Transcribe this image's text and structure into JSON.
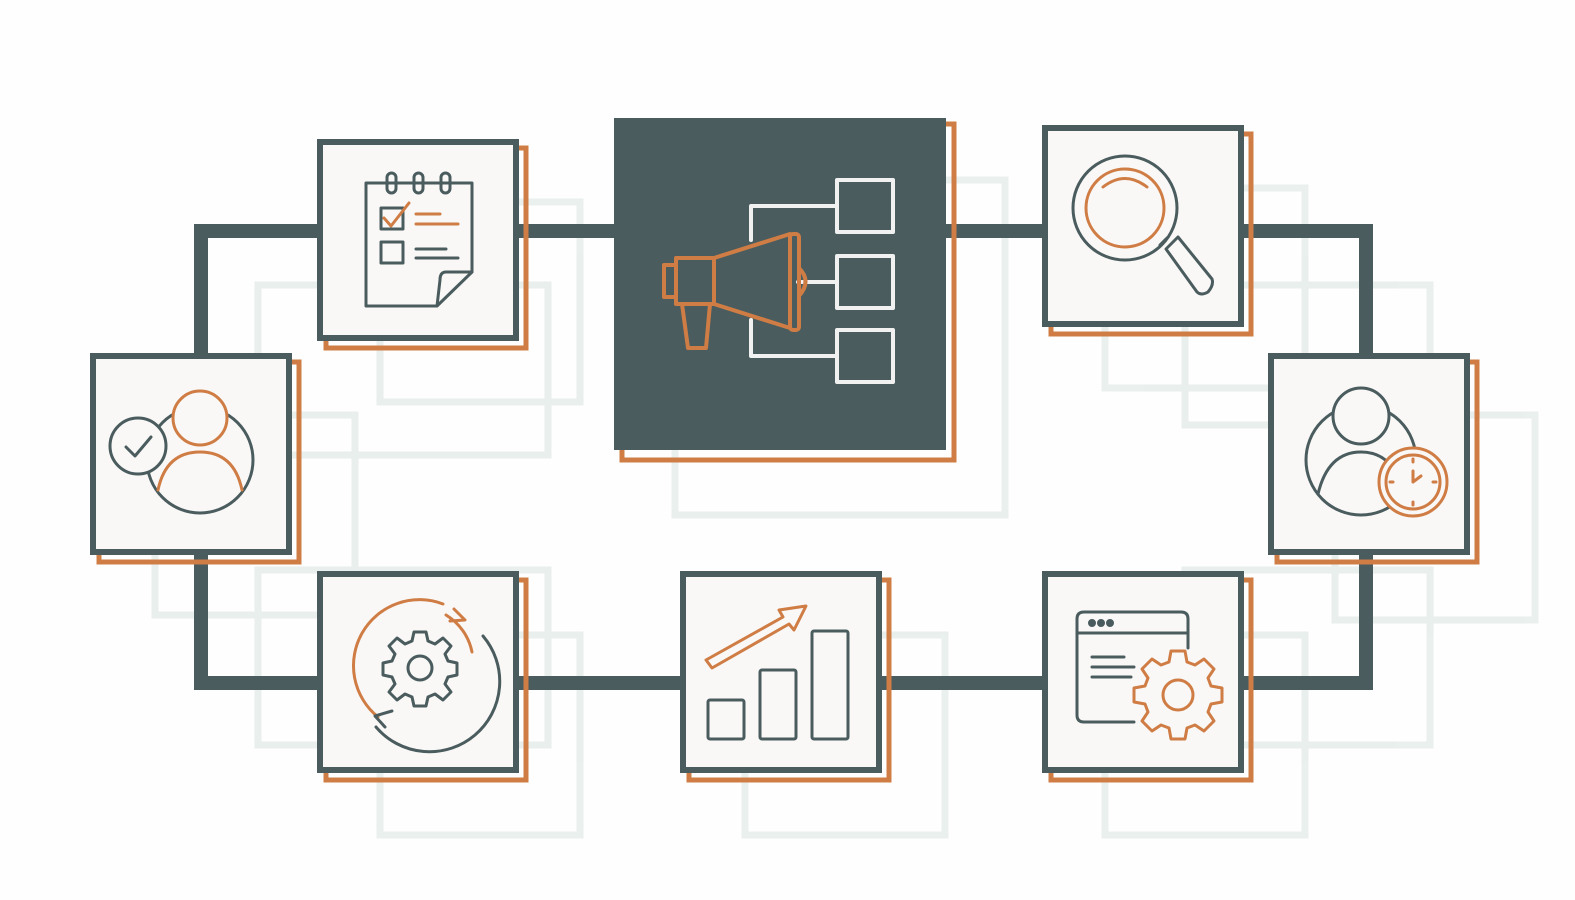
{
  "colors": {
    "background": "#fefefe",
    "dark_slate": "#4a5c5e",
    "orange": "#cf7d45",
    "tile_fill": "#f9f8f6",
    "ghost": "#e8efed"
  },
  "nodes": [
    {
      "id": "center",
      "icon": "megaphone-org-chart-icon",
      "style": "dark"
    },
    {
      "id": "checklist",
      "icon": "checklist-notepad-icon",
      "style": "light"
    },
    {
      "id": "search",
      "icon": "magnifier-icon",
      "style": "light"
    },
    {
      "id": "approved-user",
      "icon": "user-check-icon",
      "style": "light"
    },
    {
      "id": "user-time",
      "icon": "user-clock-icon",
      "style": "light"
    },
    {
      "id": "process",
      "icon": "gear-cycle-icon",
      "style": "light"
    },
    {
      "id": "growth",
      "icon": "growth-chart-icon",
      "style": "light"
    },
    {
      "id": "settings-window",
      "icon": "browser-gear-icon",
      "style": "light"
    }
  ]
}
